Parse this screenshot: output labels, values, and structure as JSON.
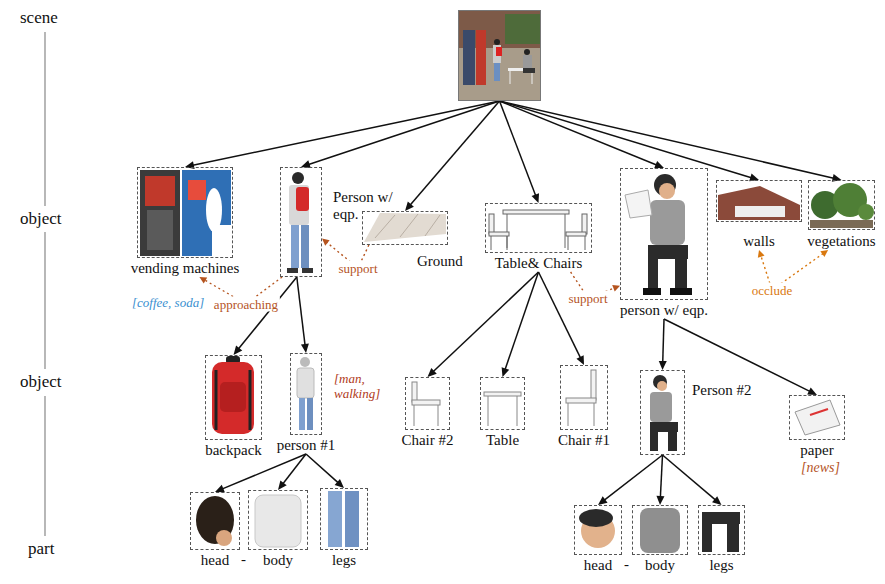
{
  "diagram": {
    "nodes": [
      {
        "text": []
      },
      {
        "text": [
          "vending machines"
        ]
      },
      {
        "text": [
          "Person w/ eqp."
        ]
      },
      {
        "text": [
          "Ground"
        ]
      },
      {
        "text": [
          "Table& Chairs"
        ]
      },
      {
        "text": [
          "person w/ eqp."
        ]
      },
      {
        "text": [
          "walls"
        ]
      },
      {
        "text": [
          "vegetations"
        ]
      },
      {
        "text": [
          "backpack"
        ]
      },
      {
        "text": [
          "person #1"
        ]
      },
      {
        "text": [
          "Chair #2"
        ]
      },
      {
        "text": [
          "Table"
        ]
      },
      {
        "text": [
          "Chair #1"
        ]
      },
      {
        "text": [
          "Person #2"
        ]
      },
      {
        "text": [
          "paper"
        ]
      },
      {
        "text": [
          "head"
        ]
      },
      {
        "text": [
          "body"
        ]
      },
      {
        "text": [
          "legs"
        ]
      },
      {
        "text": [
          "head"
        ]
      },
      {
        "text": [
          "body"
        ]
      },
      {
        "text": [
          "legs"
        ]
      }
    ],
    "edges": [
      {
        "from": 0,
        "to": 1,
        "arrow": "to"
      },
      {
        "from": 0,
        "to": 2,
        "arrow": "to"
      },
      {
        "from": 0,
        "to": 3,
        "arrow": "to"
      },
      {
        "from": 0,
        "to": 4,
        "arrow": "to"
      },
      {
        "from": 0,
        "to": 5,
        "arrow": "to"
      },
      {
        "from": 0,
        "to": 6,
        "arrow": "to"
      },
      {
        "from": 0,
        "to": 7,
        "arrow": "to"
      },
      {
        "from": 2,
        "to": 8,
        "arrow": "to"
      },
      {
        "from": 2,
        "to": 9,
        "arrow": "to"
      },
      {
        "from": 4,
        "to": 10,
        "arrow": "to"
      },
      {
        "from": 4,
        "to": 11,
        "arrow": "to"
      },
      {
        "from": 4,
        "to": 12,
        "arrow": "to"
      },
      {
        "from": 5,
        "to": 13,
        "arrow": "to"
      },
      {
        "from": 5,
        "to": 14,
        "arrow": "to"
      },
      {
        "from": 9,
        "to": 15,
        "arrow": "to"
      },
      {
        "from": 9,
        "to": 16,
        "arrow": "to"
      },
      {
        "from": 9,
        "to": 17,
        "arrow": "to"
      },
      {
        "from": 13,
        "to": 18,
        "arrow": "to"
      },
      {
        "from": 13,
        "to": 19,
        "arrow": "to"
      },
      {
        "from": 13,
        "to": 20,
        "arrow": "to"
      },
      {
        "from": 3,
        "to": 2,
        "label": "support",
        "arrow": "to"
      },
      {
        "from": 2,
        "to": 1,
        "label": "approaching",
        "arrow": "to"
      },
      {
        "from": 4,
        "to": 5,
        "label": "support",
        "arrow": "to"
      },
      {
        "from": 7,
        "to": 6,
        "label": "occlude",
        "arrow": "both"
      }
    ],
    "labels": [
      "scene",
      "object",
      "object",
      "part",
      "[coffee, soda]",
      "[man, walking]",
      "[news]",
      "-",
      "-"
    ]
  }
}
